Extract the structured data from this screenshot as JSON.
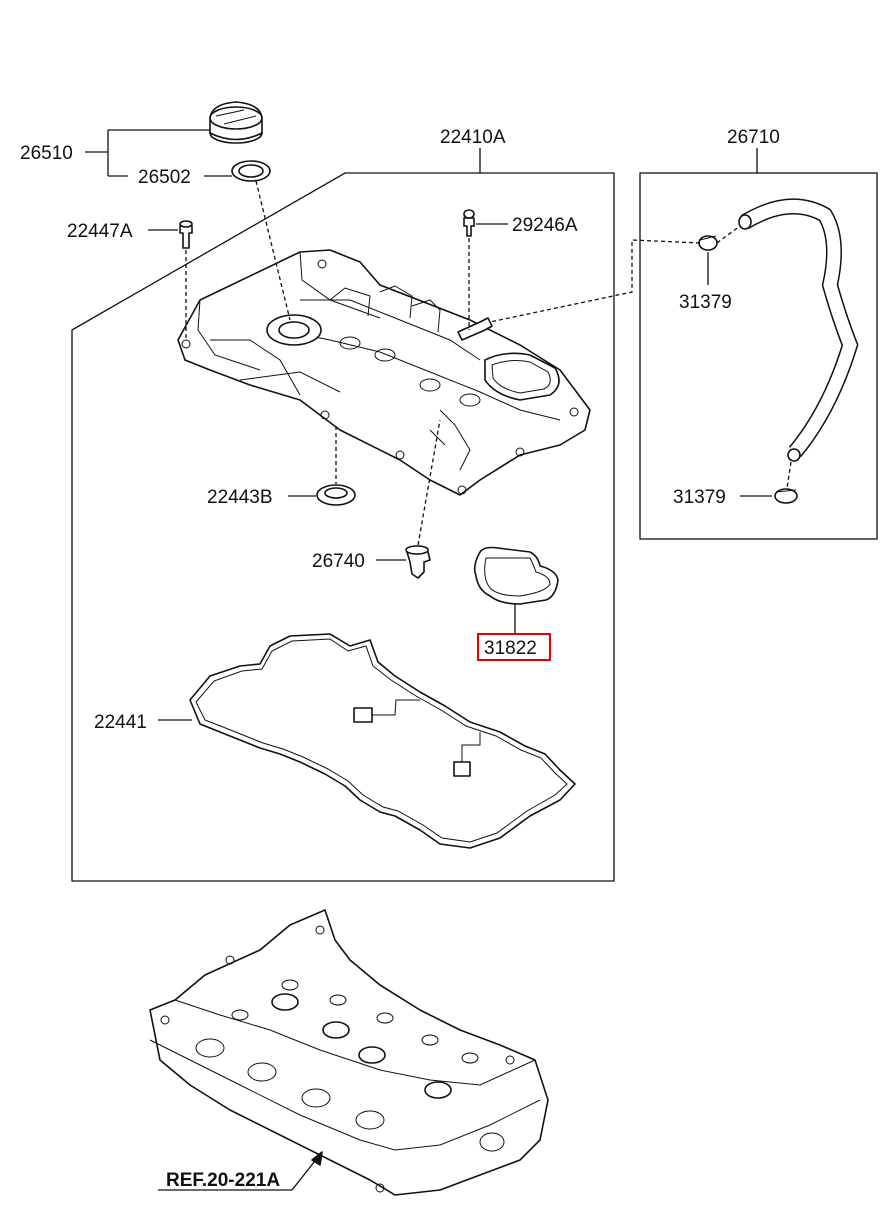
{
  "labels": {
    "cap_assembly": "26510",
    "cap_gasket": "26502",
    "cover_assembly": "22410A",
    "bolt": "22447A",
    "plug": "29246A",
    "hose_assembly": "26710",
    "clamp_upper": "31379",
    "clamp_lower": "31379",
    "seal": "22443B",
    "sensor": "26740",
    "gasket_small": "31822",
    "cover_gasket": "22441",
    "reference": "REF.20-221A"
  },
  "highlight": {
    "part": "31822",
    "color": "#e00000"
  }
}
